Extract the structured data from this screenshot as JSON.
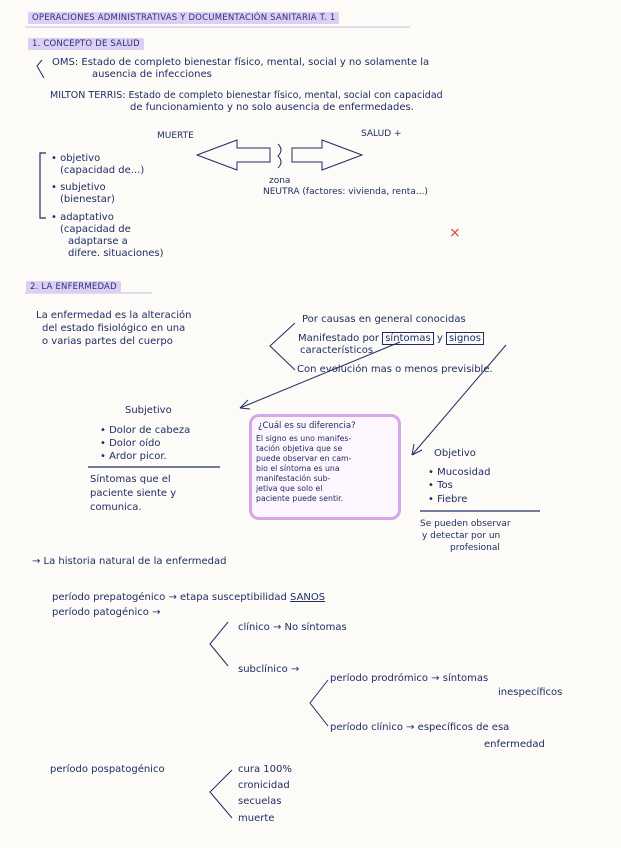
{
  "page": {
    "title": "OPERACIONES ADMINISTRATIVAS Y DOCUMENTACIÓN SANITARIA T. 1",
    "accent_highlight": "#dccff4",
    "ink": "#1f2d63",
    "pink_frame": "#d6a6e6"
  },
  "s1": {
    "heading": "1. CONCEPTO DE SALUD",
    "oms": [
      "OMS: Estado de completo bienestar físico, mental, social y no solamente la",
      "ausencia de infecciones"
    ],
    "milton": [
      "MILTON TERRIS: Estado de completo bienestar físico, mental, social con capacidad",
      "de funcionamiento y no solo ausencia de enfermedades."
    ],
    "muerte": "MUERTE",
    "salud": "SALUD +",
    "zona": "zona",
    "neutra": "NEUTRA (factores: vivienda, renta...)",
    "list": [
      "• objetivo",
      "(capacidad de...)",
      "• subjetivo",
      "(bienestar)",
      "• adaptativo",
      "(capacidad de",
      "adaptarse a",
      "difere. situaciones)"
    ],
    "x_mark": "×"
  },
  "s2": {
    "heading": "2. LA ENFERMEDAD",
    "def": [
      "La enfermedad es la alteración",
      "del estado fisiológico en una",
      "o varias partes del cuerpo"
    ],
    "por_causas": "Por causas en general conocidas",
    "manifestado": "Manifestado por",
    "sintomas": "síntomas",
    "y_letter": "y",
    "signos": "signos",
    "caracteristicos": "característicos",
    "evolucion": "Con evolución mas o menos previsible.",
    "subjetivo": {
      "title": "Subjetivo",
      "items": [
        "• Dolor de cabeza",
        "• Dolor oído",
        "• Ardor picor."
      ],
      "note": [
        "Síntomas que el",
        "paciente siente y",
        "comunica."
      ]
    },
    "diferencia": {
      "title": "¿Cuál es su diferencia?",
      "lines": [
        "El signo es uno manifes-",
        "tación objetiva que se",
        "puede observar en cam-",
        "bio el síntoma es una",
        "manifestación sub-",
        "jetiva que solo el",
        "paciente puede sentir."
      ]
    },
    "objetivo": {
      "title": "Objetivo",
      "items": [
        "• Mucosidad",
        "• Tos",
        "• Fiebre"
      ],
      "note": [
        "Se pueden observar",
        "y detectar por un",
        "profesional"
      ]
    }
  },
  "s3": {
    "heading": "→ La historia natural de la enfermedad",
    "prepatogenico": "período prepatogénico → etapa susceptibilidad",
    "sanos": "SANOS",
    "patogenico": "período patogénico →",
    "clinico": "clínico → No síntomas",
    "subclinico": "subclínico →",
    "prodromico": "período prodrómico → síntomas",
    "inespecificos": "inespecíficos",
    "periodo_clinico": "período clínico → específicos de esa",
    "enfermedad": "enfermedad",
    "pospatogenico": "período pospatogénico",
    "outcomes": [
      "cura 100%",
      "cronicidad",
      "secuelas",
      "muerte"
    ]
  }
}
